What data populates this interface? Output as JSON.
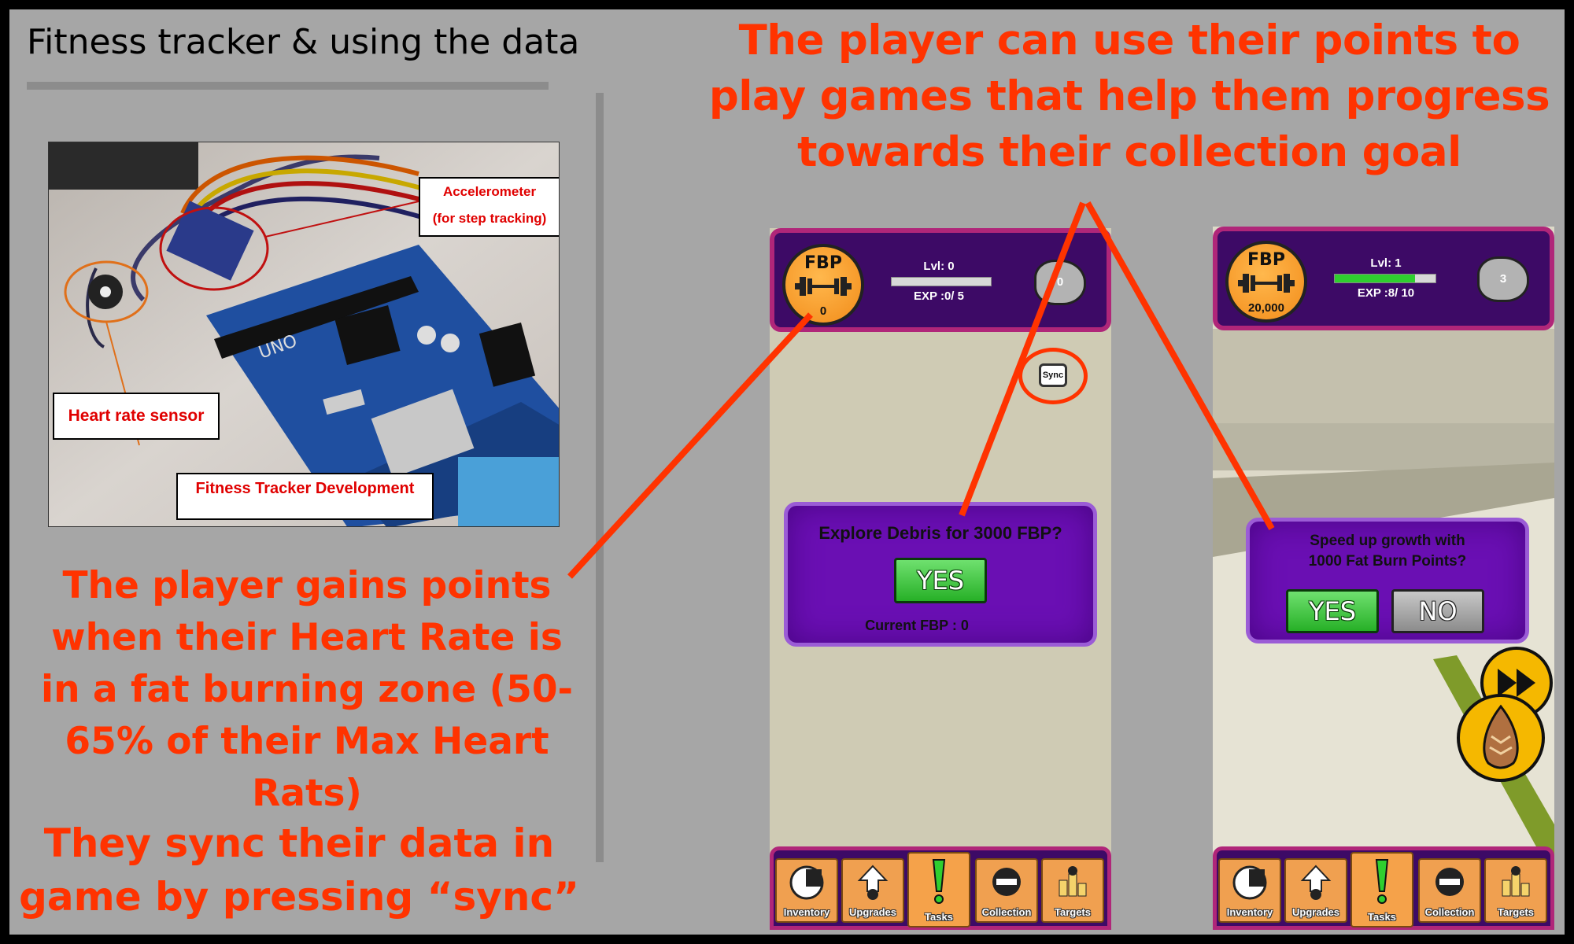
{
  "slide": {
    "title": "Fitness tracker & using the data",
    "top_caption": "The player can use their points to play games that help them progress towards their collection goal",
    "gain_caption": "The player gains points when their Heart Rate is in a fat burning zone (50-65% of their Max Heart Rats)",
    "sync_caption": "They sync their data in game by pressing “sync”",
    "accent_color": "#ff3300"
  },
  "photo": {
    "accelerometer_label_1": "Accelerometer",
    "accelerometer_label_2": "(for step tracking)",
    "heart_rate_label": "Heart rate sensor",
    "development_label": "Fitness Tracker Development",
    "board_text": "UNO"
  },
  "phone1": {
    "fbp_label": "FBP",
    "fbp_value": "0",
    "level": "Lvl: 0",
    "exp": "EXP :0/ 5",
    "exp_progress": 0.0,
    "gem_value": "0",
    "sync_label": "Sync",
    "dialog_message": "Explore Debris for 3000 FBP?",
    "yes_label": "YES",
    "current_fbp": "Current FBP : 0"
  },
  "phone2": {
    "fbp_label": "FBP",
    "fbp_value": "20,000",
    "level": "Lvl: 1",
    "exp": "EXP :8/ 10",
    "exp_progress": 0.8,
    "gem_value": "3",
    "dialog_line1": "Speed up growth with",
    "dialog_line2": "1000 Fat Burn Points?",
    "yes_label": "YES",
    "no_label": "NO"
  },
  "nav": {
    "items": [
      {
        "label": "Inventory",
        "icon": "inventory-icon"
      },
      {
        "label": "Upgrades",
        "icon": "upgrades-icon"
      },
      {
        "label": "Tasks",
        "icon": "tasks-icon",
        "active": true
      },
      {
        "label": "Collection",
        "icon": "collection-icon"
      },
      {
        "label": "Targets",
        "icon": "targets-icon"
      }
    ]
  },
  "colors": {
    "header_purple": "#3d0a66",
    "header_border": "#b02679",
    "dialog_purple": "#6a0fb3",
    "yes_green": "#27b027",
    "coin_orange": "#f28c1a",
    "nav_orange": "#f0a050"
  }
}
